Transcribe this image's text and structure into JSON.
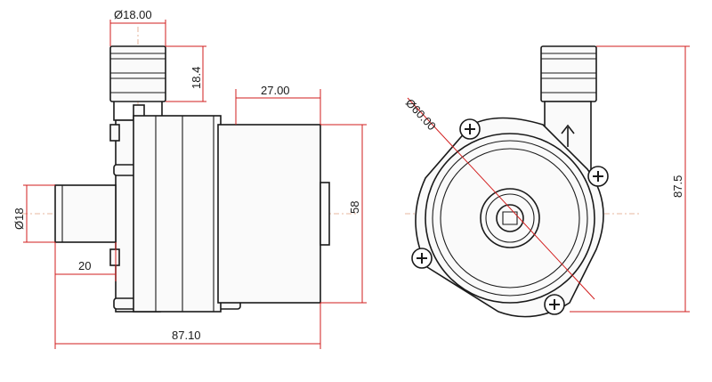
{
  "dimensions": {
    "outlet_diameter": "Ø18.00",
    "outlet_height": "18.4",
    "motor_length": "27.00",
    "inlet_diameter": "Ø18",
    "inlet_length": "20",
    "total_length": "87.10",
    "body_height": "58",
    "housing_diameter": "Ø60.00",
    "total_height": "87.5"
  },
  "colors": {
    "line": "#1a1a1a",
    "dimension": "#d21e1e"
  },
  "icons": {
    "flow_arrow": "up-arrow-icon",
    "screw": "screw-head-icon"
  }
}
